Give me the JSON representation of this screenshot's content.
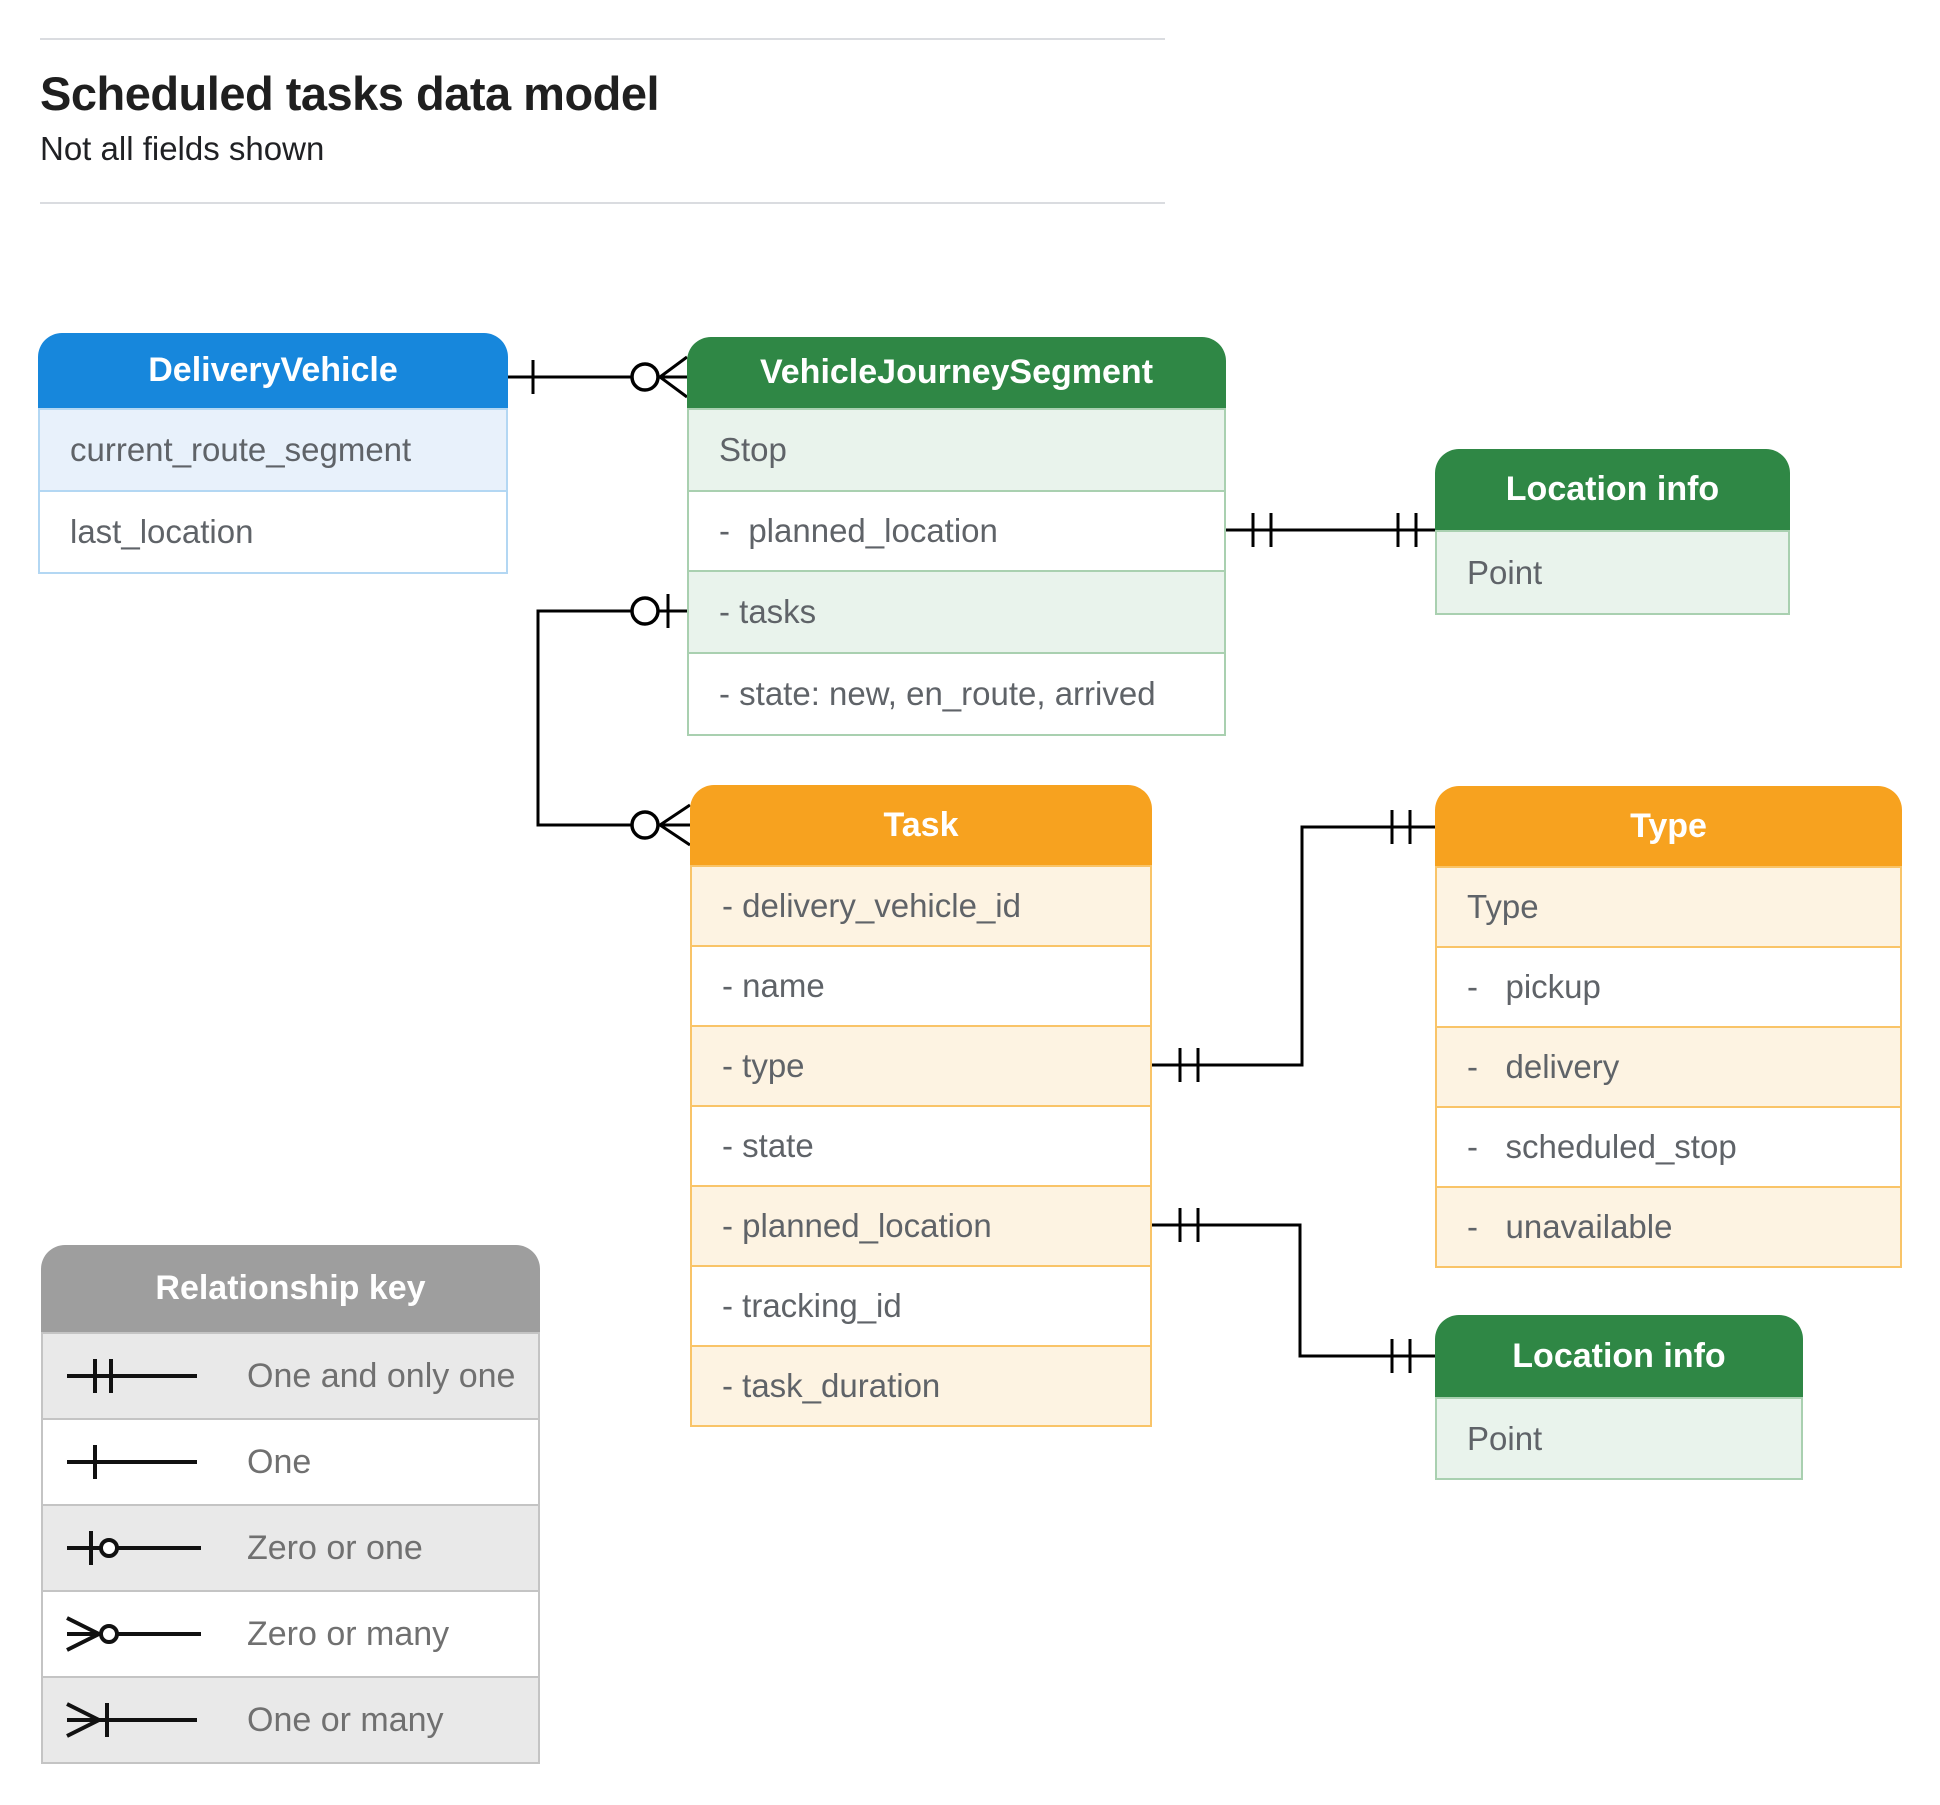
{
  "page": {
    "title": "Scheduled tasks data model",
    "subtitle": "Not all fields shown"
  },
  "colors": {
    "blue_header": "#1787dc",
    "blue_row": "#e8f1fb",
    "green_header": "#2f8745",
    "green_row": "#e9f3ec",
    "orange_header": "#f7a21f",
    "orange_row": "#fdf3e2",
    "gray_header": "#9e9e9e",
    "gray_row": "#e9e9e9",
    "field_text": "#5f6368",
    "connector": "#000000"
  },
  "entities": {
    "delivery_vehicle": {
      "title": "DeliveryVehicle",
      "rows": [
        "current_route_segment",
        "last_location"
      ]
    },
    "vehicle_journey_segment": {
      "title": "VehicleJourneySegment",
      "rows": [
        "Stop",
        "-  planned_location",
        "- tasks",
        "- state: new, en_route, arrived"
      ]
    },
    "location_info_top": {
      "title": "Location info",
      "rows": [
        "Point"
      ]
    },
    "task": {
      "title": "Task",
      "rows": [
        "- delivery_vehicle_id",
        "- name",
        "- type",
        "- state",
        "- planned_location",
        "- tracking_id",
        "- task_duration"
      ]
    },
    "type": {
      "title": "Type",
      "rows": [
        "Type",
        "-   pickup",
        "-   delivery",
        "-   scheduled_stop",
        "-   unavailable"
      ]
    },
    "location_info_bottom": {
      "title": "Location info",
      "rows": [
        "Point"
      ]
    }
  },
  "legend": {
    "title": "Relationship key",
    "items": [
      {
        "symbol": "one-and-only-one",
        "label": "One and only one"
      },
      {
        "symbol": "one",
        "label": "One"
      },
      {
        "symbol": "zero-or-one",
        "label": "Zero or one"
      },
      {
        "symbol": "zero-or-many",
        "label": "Zero or many"
      },
      {
        "symbol": "one-or-many",
        "label": "One or many"
      }
    ]
  }
}
